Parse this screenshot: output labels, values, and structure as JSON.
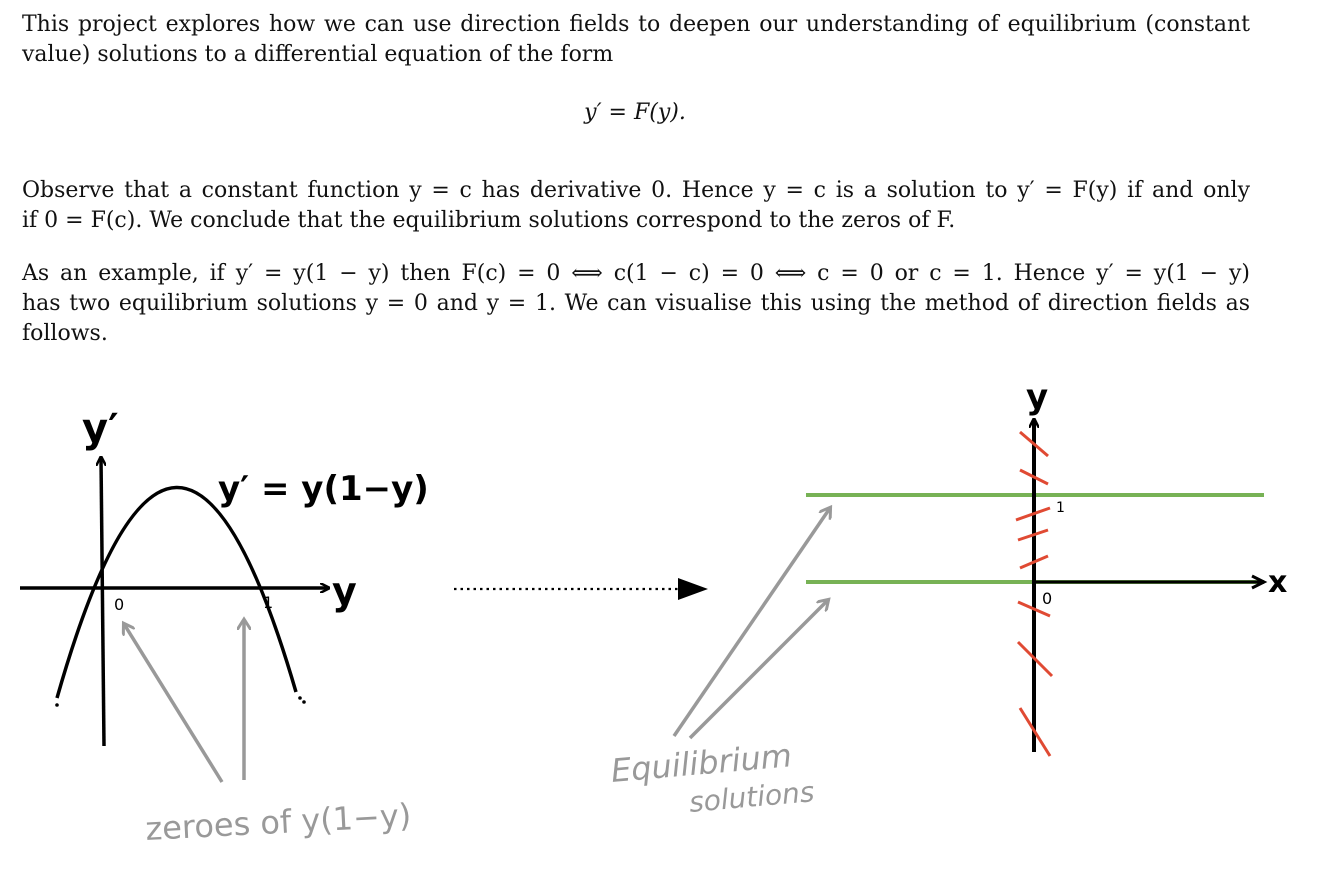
{
  "paragraphs": {
    "p1": {
      "line1": "This project explores how we can use direction fields to deepen our understanding of equilibrium (constant",
      "line2": "value) solutions to a differential equation of the form"
    },
    "equation": "y′ = F(y).",
    "p2": {
      "line1": "Observe that a constant function y = c has derivative 0. Hence y = c is a solution to y′ = F(y) if and only",
      "line2": "if 0 = F(c). We conclude that the equilibrium solutions correspond to the zeros of F."
    },
    "p3": {
      "line1": "As an example, if y′ = y(1 − y) then F(c) = 0 ⟺ c(1 − c) = 0 ⟺ c = 0 or c = 1. Hence y′ = y(1 − y)",
      "line2": "has two equilibrium solutions y = 0 and y = 1. We can visualise this using the method of direction fields as",
      "line3": "follows."
    }
  },
  "left_sketch": {
    "vertical_axis_label": "y′",
    "horizontal_axis_label": "y",
    "curve_label": "y′ = y(1−y)",
    "tick_zero": "0",
    "tick_one": "1",
    "annotation": "zeroes of y(1−y)"
  },
  "right_sketch": {
    "vertical_axis_label": "y",
    "horizontal_axis_label": "x",
    "tick_zero": "0",
    "tick_one": "1",
    "annotation_line1": "Equilibrium",
    "annotation_line2": "solutions"
  },
  "colors": {
    "ink": "#000000",
    "annotation_gray": "#999999",
    "equilibrium_green": "#77b255",
    "slope_red": "#e04a33"
  }
}
